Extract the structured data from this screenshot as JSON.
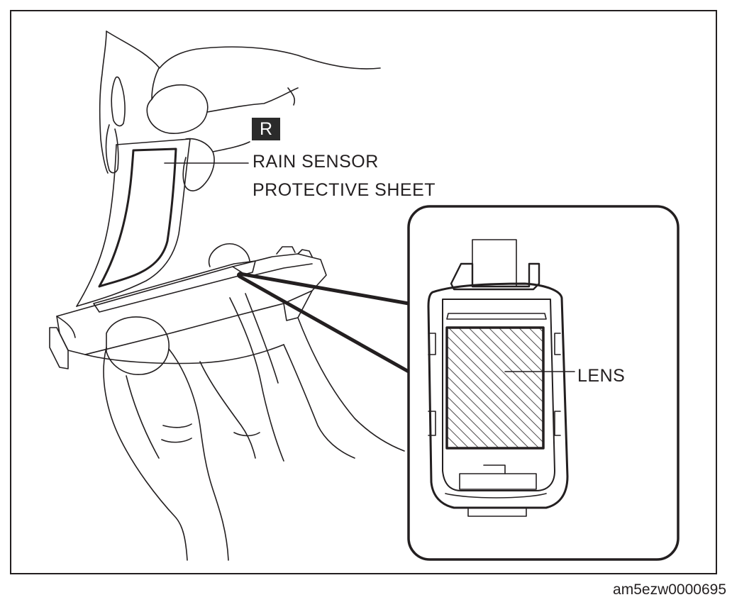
{
  "badge": {
    "text": "R"
  },
  "labels": {
    "rain_sensor_line1": "RAIN SENSOR",
    "rain_sensor_line2": "PROTECTIVE SHEET",
    "lens": "LENS"
  },
  "figure_id": "am5ezw0000695",
  "colors": {
    "line": "#231f20",
    "badge_bg": "#2b2b2b",
    "badge_text": "#ffffff",
    "background": "#ffffff"
  }
}
